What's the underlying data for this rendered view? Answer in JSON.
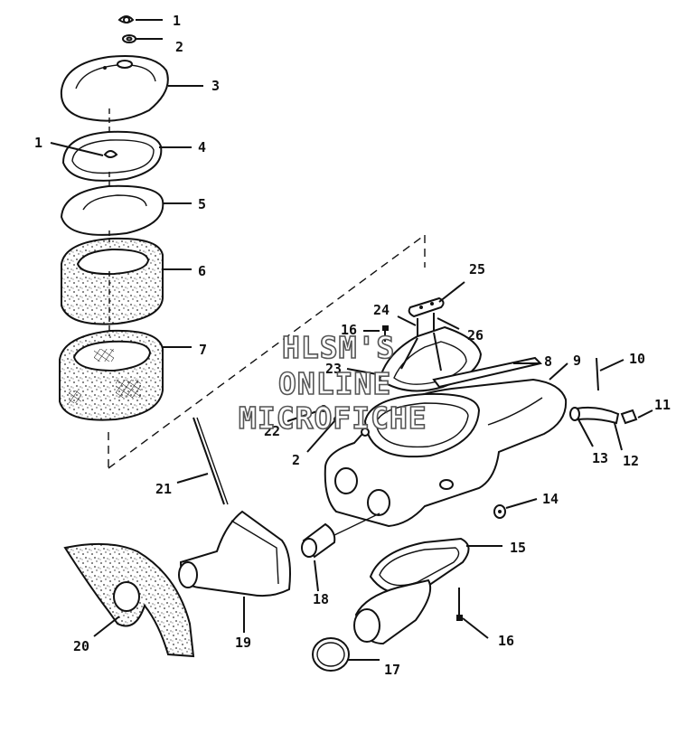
{
  "callouts": [
    "1",
    "2",
    "3",
    "1",
    "4",
    "5",
    "6",
    "7",
    "25",
    "24",
    "16",
    "26",
    "23",
    "8",
    "9",
    "10",
    "11",
    "22",
    "2",
    "13",
    "12",
    "21",
    "14",
    "15",
    "18",
    "20",
    "19",
    "16",
    "17"
  ],
  "watermark": [
    "HLSM'S",
    "ONLINE",
    "MICROFICHE"
  ]
}
